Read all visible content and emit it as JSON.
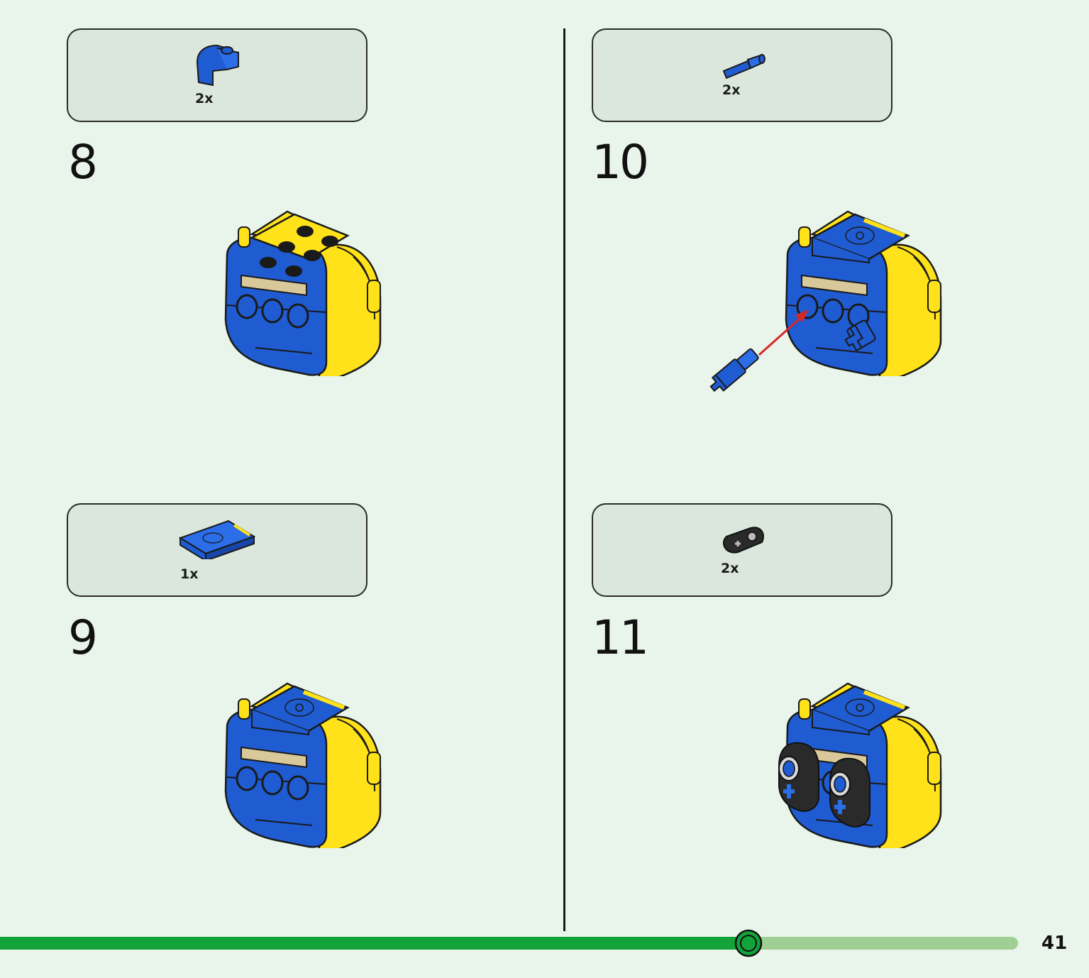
{
  "colors": {
    "background": "#e9f5ea",
    "box": "#dbe7dc",
    "blue": "#1f5bd1",
    "yellow": "#ffe21a",
    "progress": "#12a33a",
    "progress_track": "#9fcf92"
  },
  "steps": [
    {
      "number": "8",
      "qty": "2x",
      "part_icon": "curved-slope-brick-icon"
    },
    {
      "number": "9",
      "qty": "1x",
      "part_icon": "printed-tile-icon"
    },
    {
      "number": "10",
      "qty": "2x",
      "part_icon": "axle-pin-icon"
    },
    {
      "number": "11",
      "qty": "2x",
      "part_icon": "technic-beam-icon"
    }
  ],
  "progress": {
    "fraction": 0.735
  },
  "page_number": "41"
}
